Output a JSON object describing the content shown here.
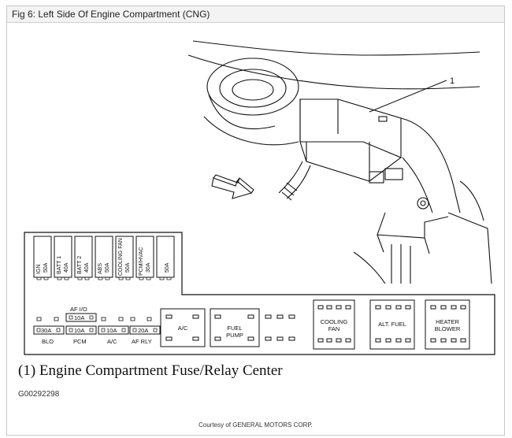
{
  "window": {
    "title": "Fig 6: Left Side Of Engine Compartment (CNG)"
  },
  "callout": {
    "number": "1"
  },
  "upper_panel": {
    "fuses": [
      {
        "name": "IGN",
        "rating": "50A"
      },
      {
        "name": "BATT 1",
        "rating": "40A"
      },
      {
        "name": "BATT 2",
        "rating": "40A"
      },
      {
        "name": "ABS",
        "rating": "50A"
      },
      {
        "name": "COOLING FAN",
        "rating": "50A"
      },
      {
        "name": "PCM/HVAC",
        "rating": "30A"
      },
      {
        "name": "",
        "rating": "50A"
      }
    ]
  },
  "lower_panel": {
    "af_io_label": "AF I/O",
    "af_io_rating": "10A",
    "fuses": [
      {
        "rating": "30A",
        "name": "BLO"
      },
      {
        "rating": "10A",
        "name": "PCM"
      },
      {
        "rating": "10A",
        "name": "A/C"
      },
      {
        "rating": "20A",
        "name": "AF RLY"
      }
    ],
    "relays": [
      {
        "label": "A/C"
      },
      {
        "label": "FUEL PUMP"
      },
      {
        "label": "COOLING FAN"
      },
      {
        "label": "ALT. FUEL"
      },
      {
        "label": "HEATER BLOWER"
      }
    ]
  },
  "caption": "(1) Engine Compartment Fuse/Relay Center",
  "figure_id": "G00292298",
  "courtesy": "Courtesy of GENERAL MOTORS CORP."
}
